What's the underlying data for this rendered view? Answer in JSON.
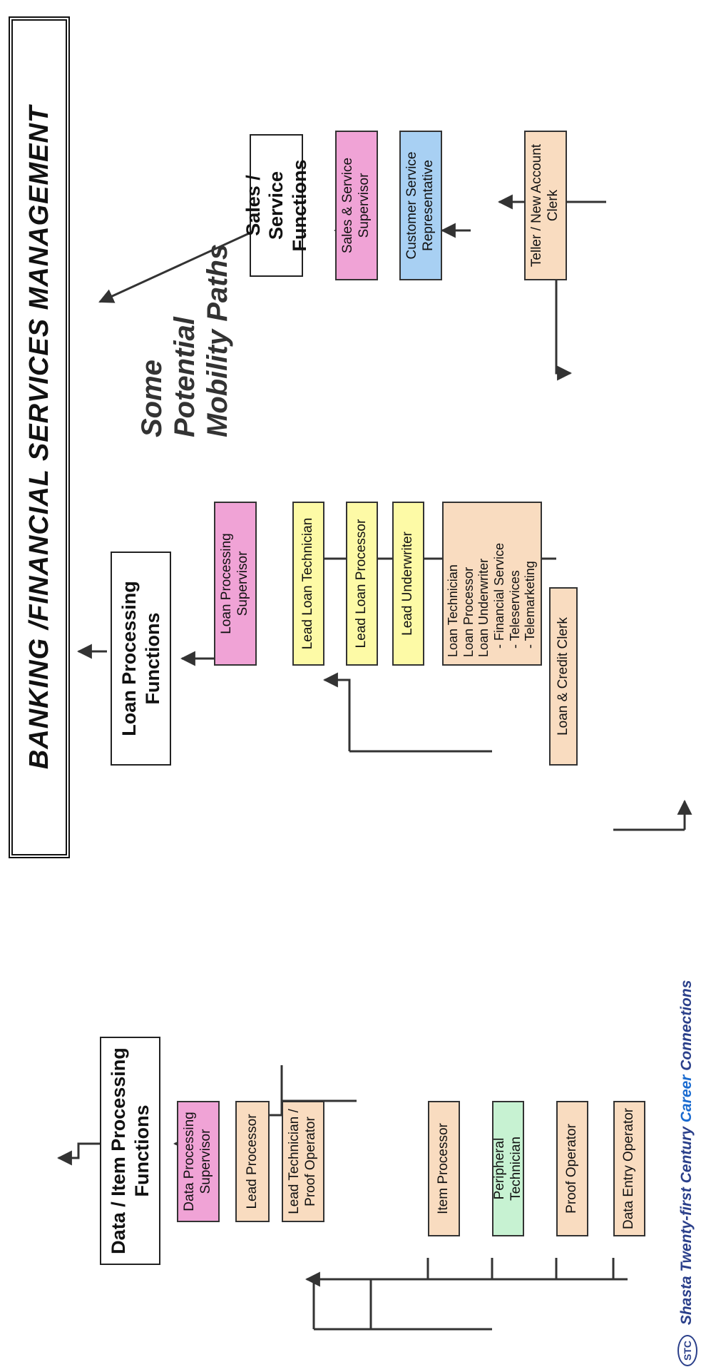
{
  "title": "BANKING /FINANCIAL SERVICES MANAGEMENT",
  "mobility_lines": [
    "Some",
    "Potential",
    "Mobility Paths"
  ],
  "functions": {
    "data_item": "Data / Item Processing Functions",
    "loan": "Loan Processing Functions",
    "sales": "Sales / Service Functions"
  },
  "data_item_roles": {
    "supervisor": "Data Processing Supervisor",
    "lead_processor": "Lead Processor",
    "lead_technician": "Lead Technician / Proof Operator",
    "item_processor": "Item Processor",
    "peripheral_technician": "Peripheral Technician",
    "proof_operator": "Proof Operator",
    "data_entry_operator": "Data Entry Operator"
  },
  "loan_roles": {
    "supervisor": "Loan Processing Supervisor",
    "lead_loan_technician": "Lead Loan Technician",
    "lead_loan_processor": "Lead Loan Processor",
    "lead_underwriter": "Lead Underwriter",
    "staff_lines": [
      "Loan Technician",
      "Loan Processor",
      "Loan Underwriter",
      "- Financial Service",
      "- Teleservices",
      "- Telemarketing"
    ],
    "loan_credit_clerk": "Loan & Credit Clerk"
  },
  "sales_roles": {
    "supervisor": "Sales & Service Supervisor",
    "csr": "Customer Service Representative",
    "teller": "Teller / New Account Clerk"
  },
  "footer": {
    "lead": "Shasta Twenty-first Century",
    "highlight": "Career",
    "tail": "Connections",
    "logo_text": "STC"
  },
  "colors": {
    "supervisor_pink": "#f0a3d6",
    "staff_peach": "#f9dcc0",
    "lead_yellow": "#fdfaa6",
    "peripheral_green": "#c7f2d2",
    "csr_blue": "#a8d0f3"
  }
}
